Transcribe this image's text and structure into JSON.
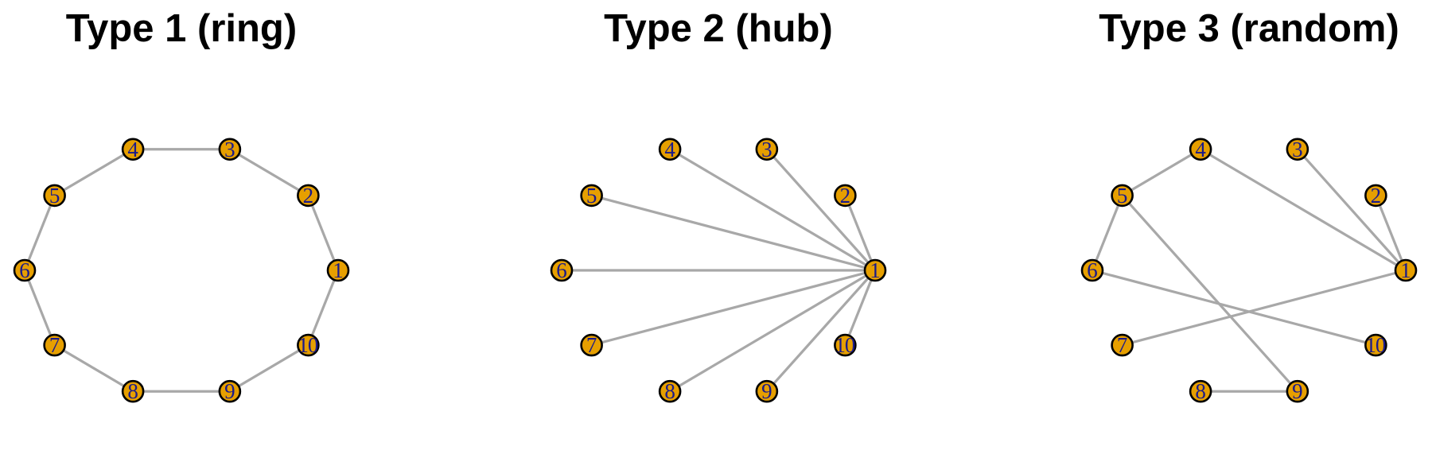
{
  "colors": {
    "node_fill": "#e69f00",
    "node_stroke": "#000000",
    "edge": "#a8a8a8",
    "label": "#1a1a8c",
    "title": "#000000"
  },
  "panels": [
    {
      "title": "Type 1 (ring)",
      "nodes": [
        "1",
        "2",
        "3",
        "4",
        "5",
        "6",
        "7",
        "8",
        "9",
        "10"
      ],
      "edges": [
        [
          1,
          2
        ],
        [
          2,
          3
        ],
        [
          3,
          4
        ],
        [
          4,
          5
        ],
        [
          5,
          6
        ],
        [
          6,
          7
        ],
        [
          7,
          8
        ],
        [
          8,
          9
        ],
        [
          9,
          10
        ],
        [
          10,
          1
        ]
      ]
    },
    {
      "title": "Type 2 (hub)",
      "nodes": [
        "1",
        "2",
        "3",
        "4",
        "5",
        "6",
        "7",
        "8",
        "9",
        "10"
      ],
      "edges": [
        [
          1,
          2
        ],
        [
          1,
          3
        ],
        [
          1,
          4
        ],
        [
          1,
          5
        ],
        [
          1,
          6
        ],
        [
          1,
          7
        ],
        [
          1,
          8
        ],
        [
          1,
          9
        ],
        [
          1,
          10
        ]
      ]
    },
    {
      "title": "Type 3 (random)",
      "nodes": [
        "1",
        "2",
        "3",
        "4",
        "5",
        "6",
        "7",
        "8",
        "9",
        "10"
      ],
      "edges": [
        [
          1,
          2
        ],
        [
          1,
          3
        ],
        [
          1,
          4
        ],
        [
          1,
          7
        ],
        [
          4,
          5
        ],
        [
          5,
          6
        ],
        [
          5,
          9
        ],
        [
          6,
          10
        ],
        [
          8,
          9
        ]
      ]
    }
  ]
}
